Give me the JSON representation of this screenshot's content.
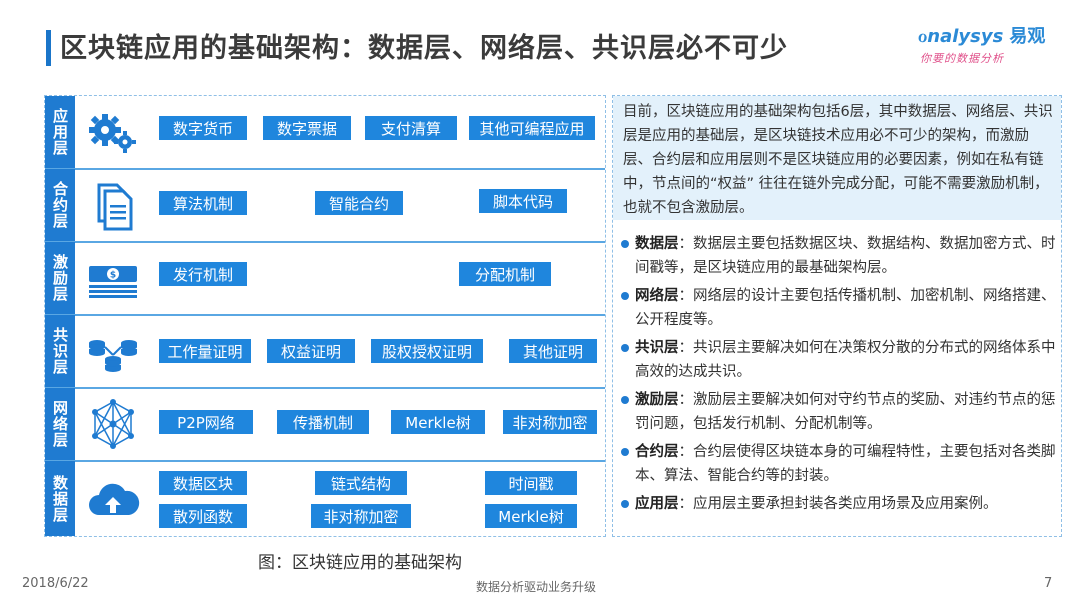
{
  "title": "区块链应用的基础架构：数据层、网络层、共识层必不可少",
  "logo": {
    "brand": "nalysys",
    "brand_cn": "易观",
    "tagline": "你要的数据分析"
  },
  "layers": [
    {
      "label": "应用层",
      "icon": "gears-icon",
      "tags": [
        "数字货币",
        "数字票据",
        "支付清算",
        "其他可编程应用"
      ]
    },
    {
      "label": "合约层",
      "icon": "documents-icon",
      "tags": [
        "算法机制",
        "智能合约",
        "脚本代码"
      ]
    },
    {
      "label": "激励层",
      "icon": "money-stack-icon",
      "tags": [
        "发行机制",
        "分配机制"
      ]
    },
    {
      "label": "共识层",
      "icon": "coin-stacks-icon",
      "tags": [
        "工作量证明",
        "权益证明",
        "股权授权证明",
        "其他证明"
      ]
    },
    {
      "label": "网络层",
      "icon": "network-mesh-icon",
      "tags": [
        "P2P网络",
        "传播机制",
        "Merkle树",
        "非对称加密"
      ]
    },
    {
      "label": "数据层",
      "icon": "cloud-upload-icon",
      "tags": [
        "数据区块",
        "链式结构",
        "时间戳",
        "散列函数",
        "非对称加密",
        "Merkle树"
      ]
    }
  ],
  "caption": "图：区块链应用的基础架构",
  "summary": "目前，区块链应用的基础架构包括6层，其中数据层、网络层、共识层是应用的基础层，是区块链技术应用必不可少的架构，而激励层、合约层和应用层则不是区块链应用的必要因素，例如在私有链中，节点间的“权益” 往往在链外完成分配，可能不需要激励机制，也就不包含激励层。",
  "bullets": [
    {
      "term": "数据层",
      "text": "：数据层主要包括数据区块、数据结构、数据加密方式、时间戳等，是区块链应用的最基础架构层。"
    },
    {
      "term": "网络层",
      "text": "：网络层的设计主要包括传播机制、加密机制、网络搭建、公开程度等。"
    },
    {
      "term": "共识层",
      "text": "：共识层主要解决如何在决策权分散的分布式的网络体系中高效的达成共识。"
    },
    {
      "term": "激励层",
      "text": "：激励层主要解决如何对守约节点的奖励、对违约节点的惩罚问题，包括发行机制、分配机制等。"
    },
    {
      "term": "合约层",
      "text": "：合约层使得区块链本身的可编程特性，主要包括对各类脚本、算法、智能合约等的封装。"
    },
    {
      "term": "应用层",
      "text": "：应用层主要承担封装各类应用场景及应用案例。"
    }
  ],
  "footer": {
    "date": "2018/6/22",
    "center": "数据分析驱动业务升级",
    "page": "7"
  },
  "colors": {
    "accent": "#1f7bd1",
    "tag": "#1f86dd",
    "summary_bg": "#e3f1fb"
  }
}
